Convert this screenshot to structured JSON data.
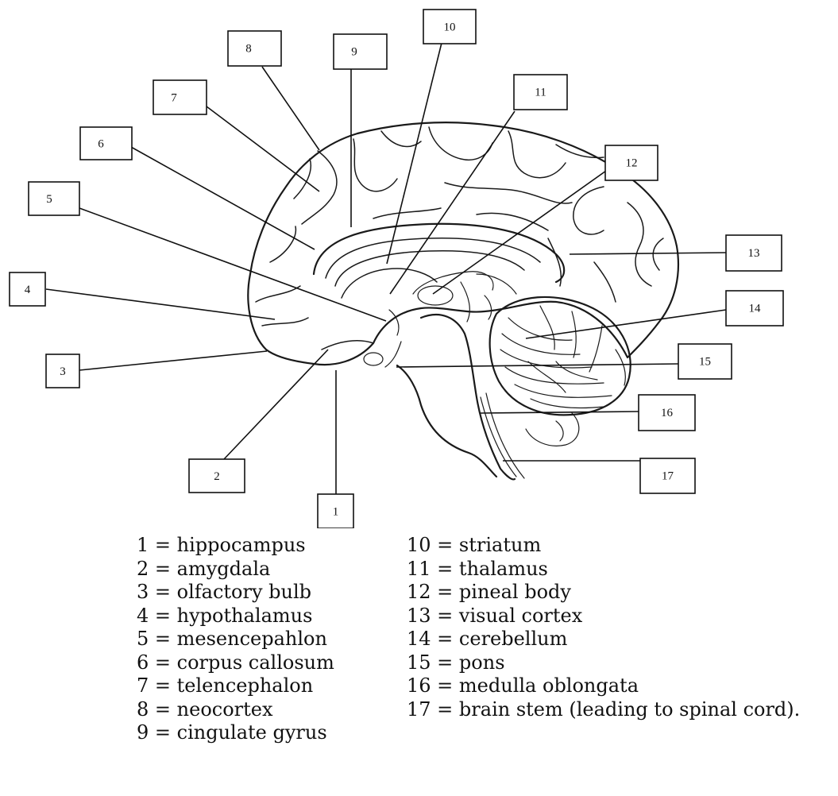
{
  "labels": [
    {
      "num": "1",
      "text": "hippocampus"
    },
    {
      "num": "2",
      "text": "amygdala"
    },
    {
      "num": "3",
      "text": "olfactory bulb"
    },
    {
      "num": "4",
      "text": "hypothalamus"
    },
    {
      "num": "5",
      "text": "mesencepahlon"
    },
    {
      "num": "6",
      "text": "corpus callosum"
    },
    {
      "num": "7",
      "text": "telencephalon"
    },
    {
      "num": "8",
      "text": "neocortex"
    },
    {
      "num": "9",
      "text": "cingulate gyrus"
    },
    {
      "num": "10",
      "text": "striatum"
    },
    {
      "num": "11",
      "text": "thalamus"
    },
    {
      "num": "12",
      "text": "pineal body"
    },
    {
      "num": "13",
      "text": "visual cortex"
    },
    {
      "num": "14",
      "text": "cerebellum"
    },
    {
      "num": "15",
      "text": "pons"
    },
    {
      "num": "16",
      "text": "medulla oblongata"
    },
    {
      "num": "17",
      "text": "brain stem (leading to spinal cord)."
    }
  ],
  "separator": " = "
}
